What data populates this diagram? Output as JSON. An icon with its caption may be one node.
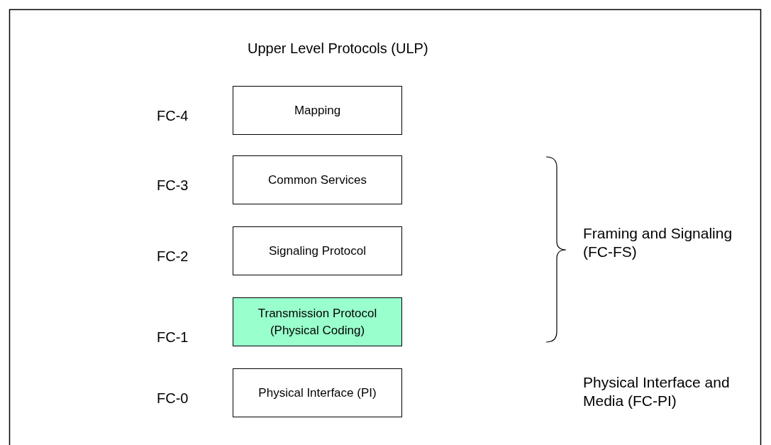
{
  "diagram": {
    "nodes": [
      {
        "text": [
          "Mapping"
        ],
        "beside": [
          "FC-4"
        ]
      },
      {
        "text": [
          "Common Services"
        ],
        "beside": [
          "FC-3"
        ]
      },
      {
        "text": [
          "Signaling Protocol"
        ],
        "beside": [
          "FC-2"
        ]
      },
      {
        "text": [
          "Transmission Protocol (Physical Coding)"
        ],
        "beside": [
          "FC-1"
        ]
      },
      {
        "text": [
          "Physical Interface (PI)"
        ],
        "beside": [
          "FC-0"
        ]
      }
    ],
    "labels": [
      "Upper Level Protocols (ULP)",
      "Framing and Signaling (FC-FS)",
      "Physical Interface and Media (FC-PI)"
    ]
  }
}
